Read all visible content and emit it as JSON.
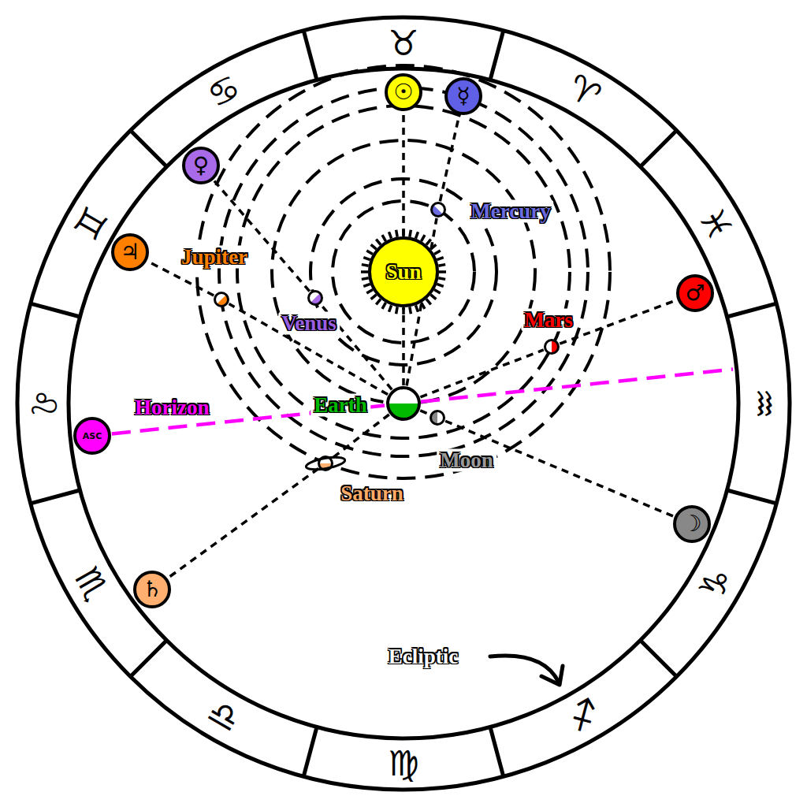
{
  "diagram": {
    "nodes": [
      {
        "text": [
          "☉"
        ]
      },
      {
        "text": [
          "☿"
        ]
      },
      {
        "text": [
          "♀"
        ]
      },
      {
        "text": [
          "♃"
        ]
      },
      {
        "text": [
          "Mercury"
        ]
      },
      {
        "text": [
          "Sun"
        ]
      },
      {
        "text": [
          "Jupiter"
        ]
      },
      {
        "text": [
          "Venus"
        ]
      },
      {
        "text": [
          "Mars"
        ]
      },
      {
        "text": [
          "♂"
        ]
      },
      {
        "text": [
          "ASC"
        ]
      },
      {
        "text": [
          "Earth"
        ]
      },
      {
        "text": [
          "Moon"
        ]
      },
      {
        "text": [
          "Saturn"
        ]
      },
      {
        "text": [
          "☽"
        ]
      },
      {
        "text": [
          "♄"
        ]
      }
    ],
    "edges": [
      {
        "from": 11,
        "to": 5,
        "arrow": "none"
      },
      {
        "from": 5,
        "to": 0,
        "arrow": "none"
      },
      {
        "from": 11,
        "to": 4,
        "arrow": "none"
      },
      {
        "from": 4,
        "to": 1,
        "arrow": "none"
      },
      {
        "from": 11,
        "to": 7,
        "arrow": "none"
      },
      {
        "from": 7,
        "to": 2,
        "arrow": "none"
      },
      {
        "from": 11,
        "to": 6,
        "arrow": "none"
      },
      {
        "from": 6,
        "to": 3,
        "arrow": "none"
      },
      {
        "from": 11,
        "to": 8,
        "arrow": "none"
      },
      {
        "from": 8,
        "to": 9,
        "arrow": "none"
      },
      {
        "from": 11,
        "to": 12,
        "arrow": "none"
      },
      {
        "from": 12,
        "to": 14,
        "arrow": "none"
      },
      {
        "from": 11,
        "to": 13,
        "arrow": "none"
      },
      {
        "from": 13,
        "to": 15,
        "arrow": "none"
      },
      {
        "from": 10,
        "to": 11,
        "label": "Horizon",
        "arrow": "none"
      }
    ],
    "labels": [
      "♉",
      "♈",
      "♓",
      "♒",
      "♑",
      "♐",
      "♍",
      "♎",
      "♏",
      "♌",
      "♊",
      "♋",
      "Ecliptic"
    ]
  }
}
